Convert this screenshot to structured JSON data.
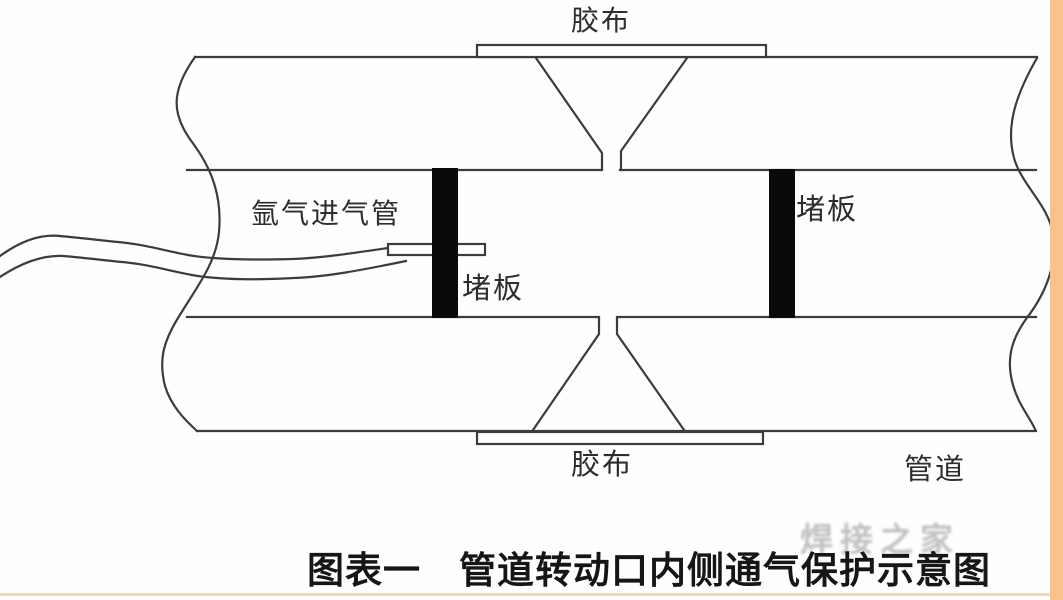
{
  "figure": {
    "labels": {
      "tape_top": "胶布",
      "tape_bottom": "胶布",
      "argon_inlet_pipe": "氩气进气管",
      "plug_plate_left": "堵板",
      "plug_plate_right": "堵板",
      "pipe": "管道"
    },
    "caption": {
      "figure_label": "图表一",
      "title": "管道转动口内侧通气保护示意图"
    },
    "watermark": "焊接之家",
    "colors": {
      "line": "#3c3c3c",
      "plate": "#0a0a0a",
      "accent_border": "#f9c28c",
      "accent_line": "#f3d9ae",
      "background": "#fefefe"
    }
  }
}
